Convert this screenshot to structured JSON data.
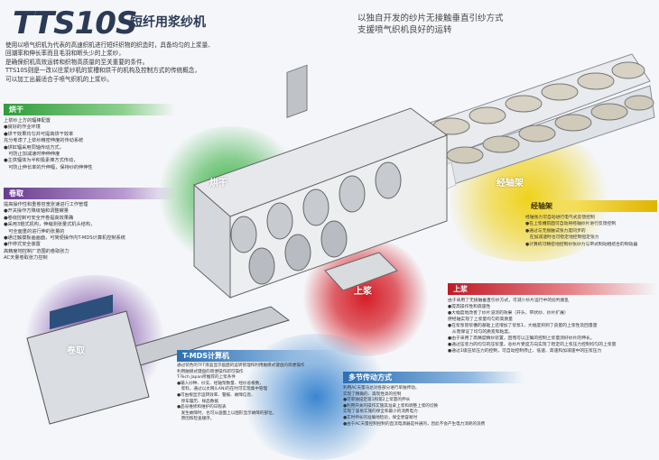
{
  "colors": {
    "green": "#2e9d3a",
    "purple": "#6a3b8f",
    "red": "#c01a26",
    "yellow": "#e0b400",
    "blue": "#2c6fb3",
    "navy": "#2b3a55"
  },
  "header": {
    "title": "TTS10S",
    "subtitle": "短纤用浆纱机"
  },
  "intro": [
    "使用以喷气织机为代表的高速织机进行短纤织物的织造时，具备均匀的上浆量、",
    "回潮率和伸长率而且毛羽和断头少的上浆纱，",
    "是确保织机高效运转和织物高质量的至关重要的条件。",
    "TTS10S则是一改以往浆纱机的浆槽和烘干的机构及控制方式的传统概念，",
    "可以加工出最适合于喷气织机的上浆纱。"
  ],
  "right_heading": [
    "以独自开发的纱片无接触垂直引纱方式",
    "支援喷气织机良好的运转"
  ],
  "dryer": {
    "header": "烘干",
    "body": [
      "上浆纱上方的辐棒配置",
      "●良好的作业环境",
      "●烘干效果均匀并可提高烘干效率",
      "充分考虑了上浆纱精密伸度的传动系统",
      "●烘缸辐采用同轴传动方式，",
      "　可防止加减速时伸伸伸度",
      "●主烘辐体为半积极素棒方式传动，",
      "　可防止伸长率的升伸幅，保持纱的伸伸性"
    ]
  },
  "winding": {
    "header": "卷取",
    "body": [
      "提高操作性和重卷容宽张速进行工作管理",
      "●开关操作方降级轴和调整螺量",
      "●卷绕控制可安全开卷提高效果确",
      "●采用3辊式机构，伸缩测张量式机头结构，",
      "　可全面重的进行伸的张量的",
      "●通过触摸板画画面，可简便操作内T-MDS计算机控制系统",
      "●作停式安全装置",
      "高精度地控制厂范围的卷取张力",
      "AC天量卷取张力控制"
    ]
  },
  "creel": {
    "header": "经轴架",
    "body": [
      "经轴张力可自动进行电气式反馈控制",
      "●在上浆槽前面可自动将经轴纱片进行反馈控制",
      "●通过与无接触试张力度同步的",
      "　在加减速时也可稳定地控制恒定张力",
      "●计算机可精密地控制纱张纱力与带式制动相结合的制动器"
    ]
  },
  "sizing": {
    "header": "上浆",
    "body": [
      "由于采用了无接触垂直引纱方式，可减少纱片运行中的捻判素乱",
      "●提高操作性和底座性",
      "●大幅度地改善了纱片浸渍的效果（开头、带状纱、纱片扩展）",
      "便经轴实现了上浆量均匀的高质量",
      "●在浆泵管浆槽的基础上还增加了浆泵1，大幅度到到了良量的上浆性及回量量",
      "　从而保证了均匀的质变和粘度。",
      "●由于采用了高精度精纱装置，因而可以正确的控制上浆量测好纱片的伸长。",
      "●通过压浆力的均匀的压浆量，总纱片受度方向实现了稳定的上浆压力控制均匀的上浆量",
      "●通过1级压浆压力的控制，可自动控制停止、低速、高速和加减速中的压浆压力"
    ]
  },
  "tmds": {
    "header": "T-MDS计算机",
    "body": [
      "通过装色的TFT液晶显示画面的运转管理和利用触摸式键盘的简便操作",
      "利用触摸式键盘的简便操作即可操作",
      "T-Tech Japan所推荐的上浆条件",
      "●输入纱种、纱支、经轴架数量、经纱总根数，",
      "　浆料，通过以太网(LAN)的在时可实现集中管理",
      "●可由根显示运转效率、警报、故障信息、",
      "　停车履历、样品数据",
      "●品号维修和维护的日程表",
      "　发生故障时，也可从画面上以图形显示故障的部位，",
      "　原因和检查顺序。"
    ]
  },
  "multi": {
    "header": "多节传动方式",
    "body": [
      "利用AC天量马达对各部分进行单独传动，",
      "实现了精确的、再现性高的控制",
      "●可单独设定第1和第2上浆量的伸长",
      "●利用开关的操作实施其准拿上浆和调整上浆的切换",
      "实现了容易实施的保全和最小的消费电力",
      "●实时伸长的准确地检验，保全更容易时",
      "●由于AC天量控制控制的直流电源器是共通的，因此不会产生电力消耗的浪费"
    ]
  },
  "machine_labels": {
    "dryer": "烘干",
    "creel": "经轴架",
    "sizing": "上浆",
    "winding": "卷取"
  }
}
